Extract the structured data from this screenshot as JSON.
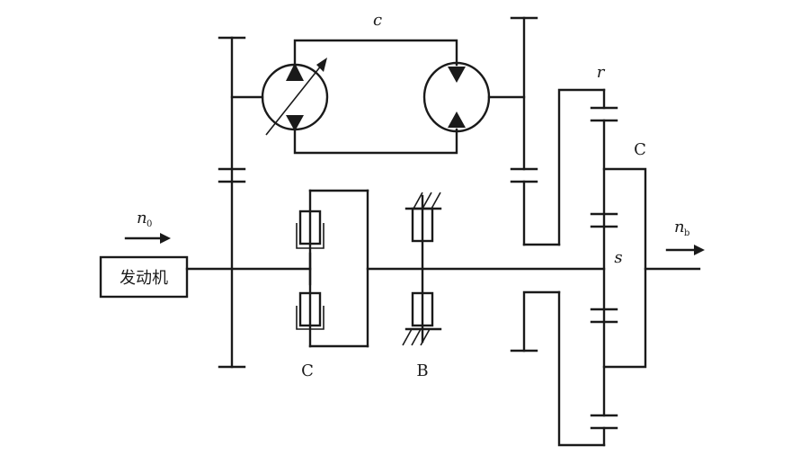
{
  "labels": {
    "engine": "发动机",
    "input_speed": "n",
    "input_speed_sub": "0",
    "output_speed": "n",
    "output_speed_sub": "b",
    "hydraulic_circuit": "c",
    "ring_gear": "r",
    "carrier": "C",
    "sun_gear": "s",
    "clutch": "C",
    "brake": "B"
  }
}
